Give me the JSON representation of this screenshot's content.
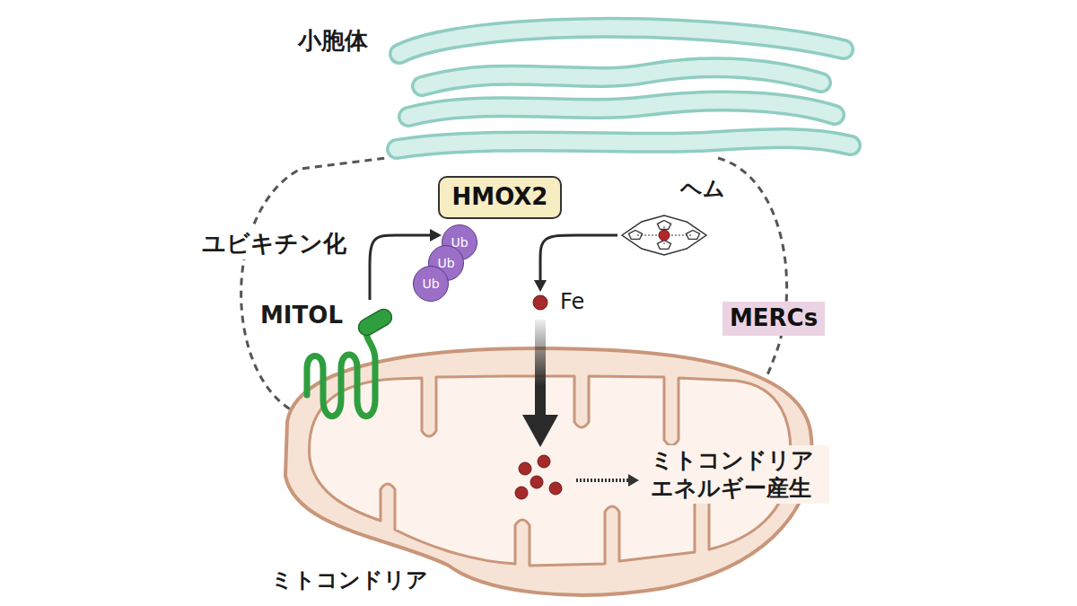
{
  "diagram": {
    "nodes": [
      {
        "text": [
          "小胞体"
        ]
      },
      {
        "text": [
          "HMOX2"
        ]
      },
      {
        "text": [
          "ヘム"
        ]
      },
      {
        "text": [
          "Ub"
        ]
      },
      {
        "text": [
          "Ub"
        ]
      },
      {
        "text": [
          "Ub"
        ]
      },
      {
        "text": [
          "Fe"
        ]
      },
      {
        "text": [
          "MITOL"
        ]
      },
      {
        "text": [
          "MERCs"
        ]
      },
      {
        "text": [
          "ミトコンドリア"
        ]
      }
    ],
    "edges": [
      {
        "from": 2,
        "to": 6,
        "arrow": "to"
      },
      {
        "from": 7,
        "to": 3,
        "arrow": "to"
      },
      {
        "from": 6,
        "to": 9,
        "arrow": "to"
      }
    ],
    "labels": [
      "ユビキチン化",
      "ミトコンドリア エネルギー産生"
    ]
  }
}
